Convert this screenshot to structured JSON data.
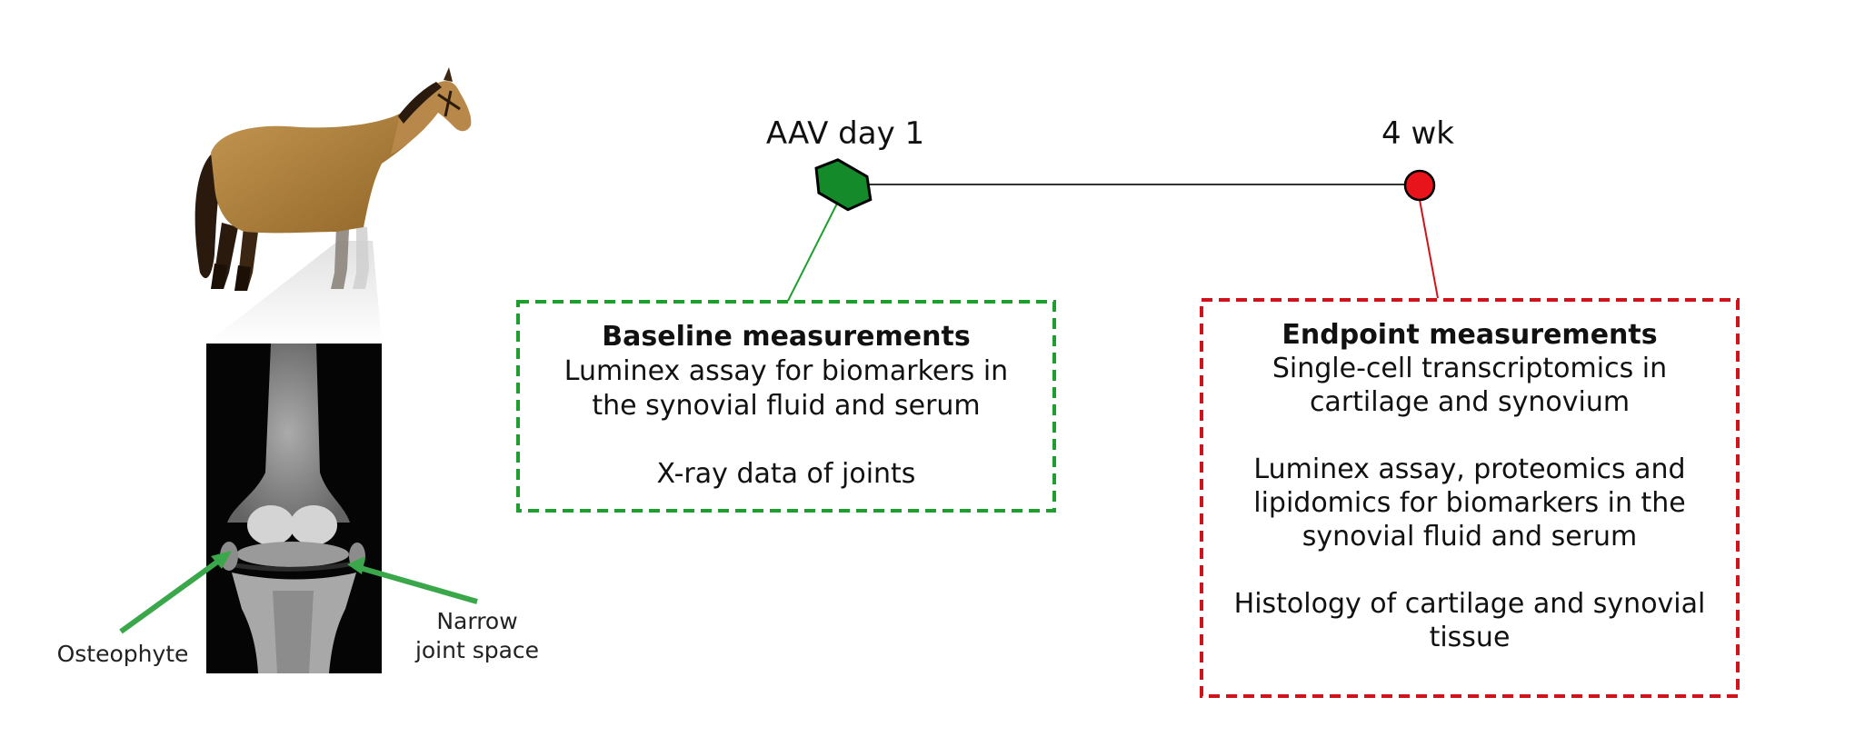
{
  "timeline": {
    "start_label": "AAV day 1",
    "end_label": "4 wk"
  },
  "baseline": {
    "title": "Baseline measurements",
    "lines": [
      "Luminex assay for biomarkers in",
      "the synovial fluid and serum",
      "",
      "X-ray data of joints"
    ]
  },
  "endpoint": {
    "title": "Endpoint measurements",
    "lines": [
      "Single-cell transcriptomics in",
      "cartilage and synovium",
      "",
      "Luminex assay, proteomics and",
      "lipidomics for biomarkers in the",
      "synovial fluid and serum",
      "",
      "Histology of cartilage and synovial",
      "tissue"
    ]
  },
  "xray_annotations": {
    "left": "Osteophyte",
    "right_line1": "Narrow",
    "right_line2": "joint space"
  },
  "colors": {
    "green": "#1e9e2f",
    "red": "#d0121b",
    "hex_fill": "#148a2a",
    "node_red": "#e8141c",
    "arrow_green": "#3aa84a",
    "line": "#333333"
  },
  "icons": {
    "animal": "horse-icon",
    "xray": "knee-xray-image"
  }
}
